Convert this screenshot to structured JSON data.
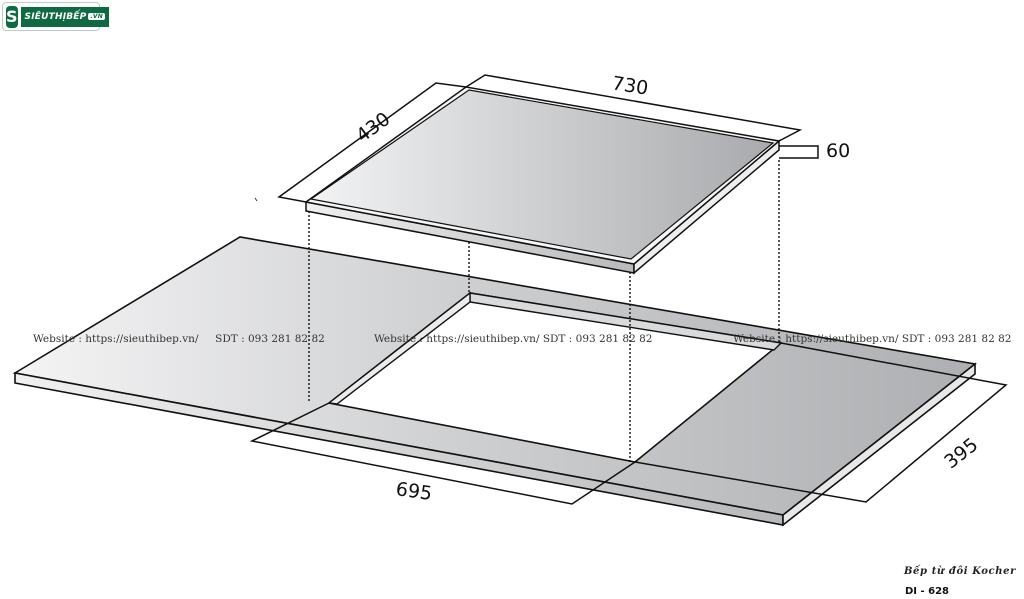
{
  "logo": {
    "mark": "S",
    "brand_text": "SIÊUTHỊBẾP",
    "tld": ".VN"
  },
  "drawing": {
    "hob_width": "730",
    "hob_depth": "430",
    "hob_height": "60",
    "cutout_width": "695",
    "cutout_depth": "395",
    "colors": {
      "line": "#111111",
      "glass_light": "#f2f3f4",
      "glass_dark": "#a9aaad",
      "counter_light": "#f4f4f5",
      "counter_dark": "#aeafb2",
      "brand_green": "#0f6a43"
    }
  },
  "watermarks": [
    {
      "text": "Website : https://sieuthibep.vn/     SDT : 093 281 82 82"
    },
    {
      "text": "Website : https://sieuthibep.vn/ SDT : 093 281 82 82"
    },
    {
      "text": "Website : https://sieuthibep.vn/ SDT : 093 281 82 82"
    }
  ],
  "product": {
    "name": "Bếp từ đôi Kocher",
    "model": "DI - 628"
  }
}
